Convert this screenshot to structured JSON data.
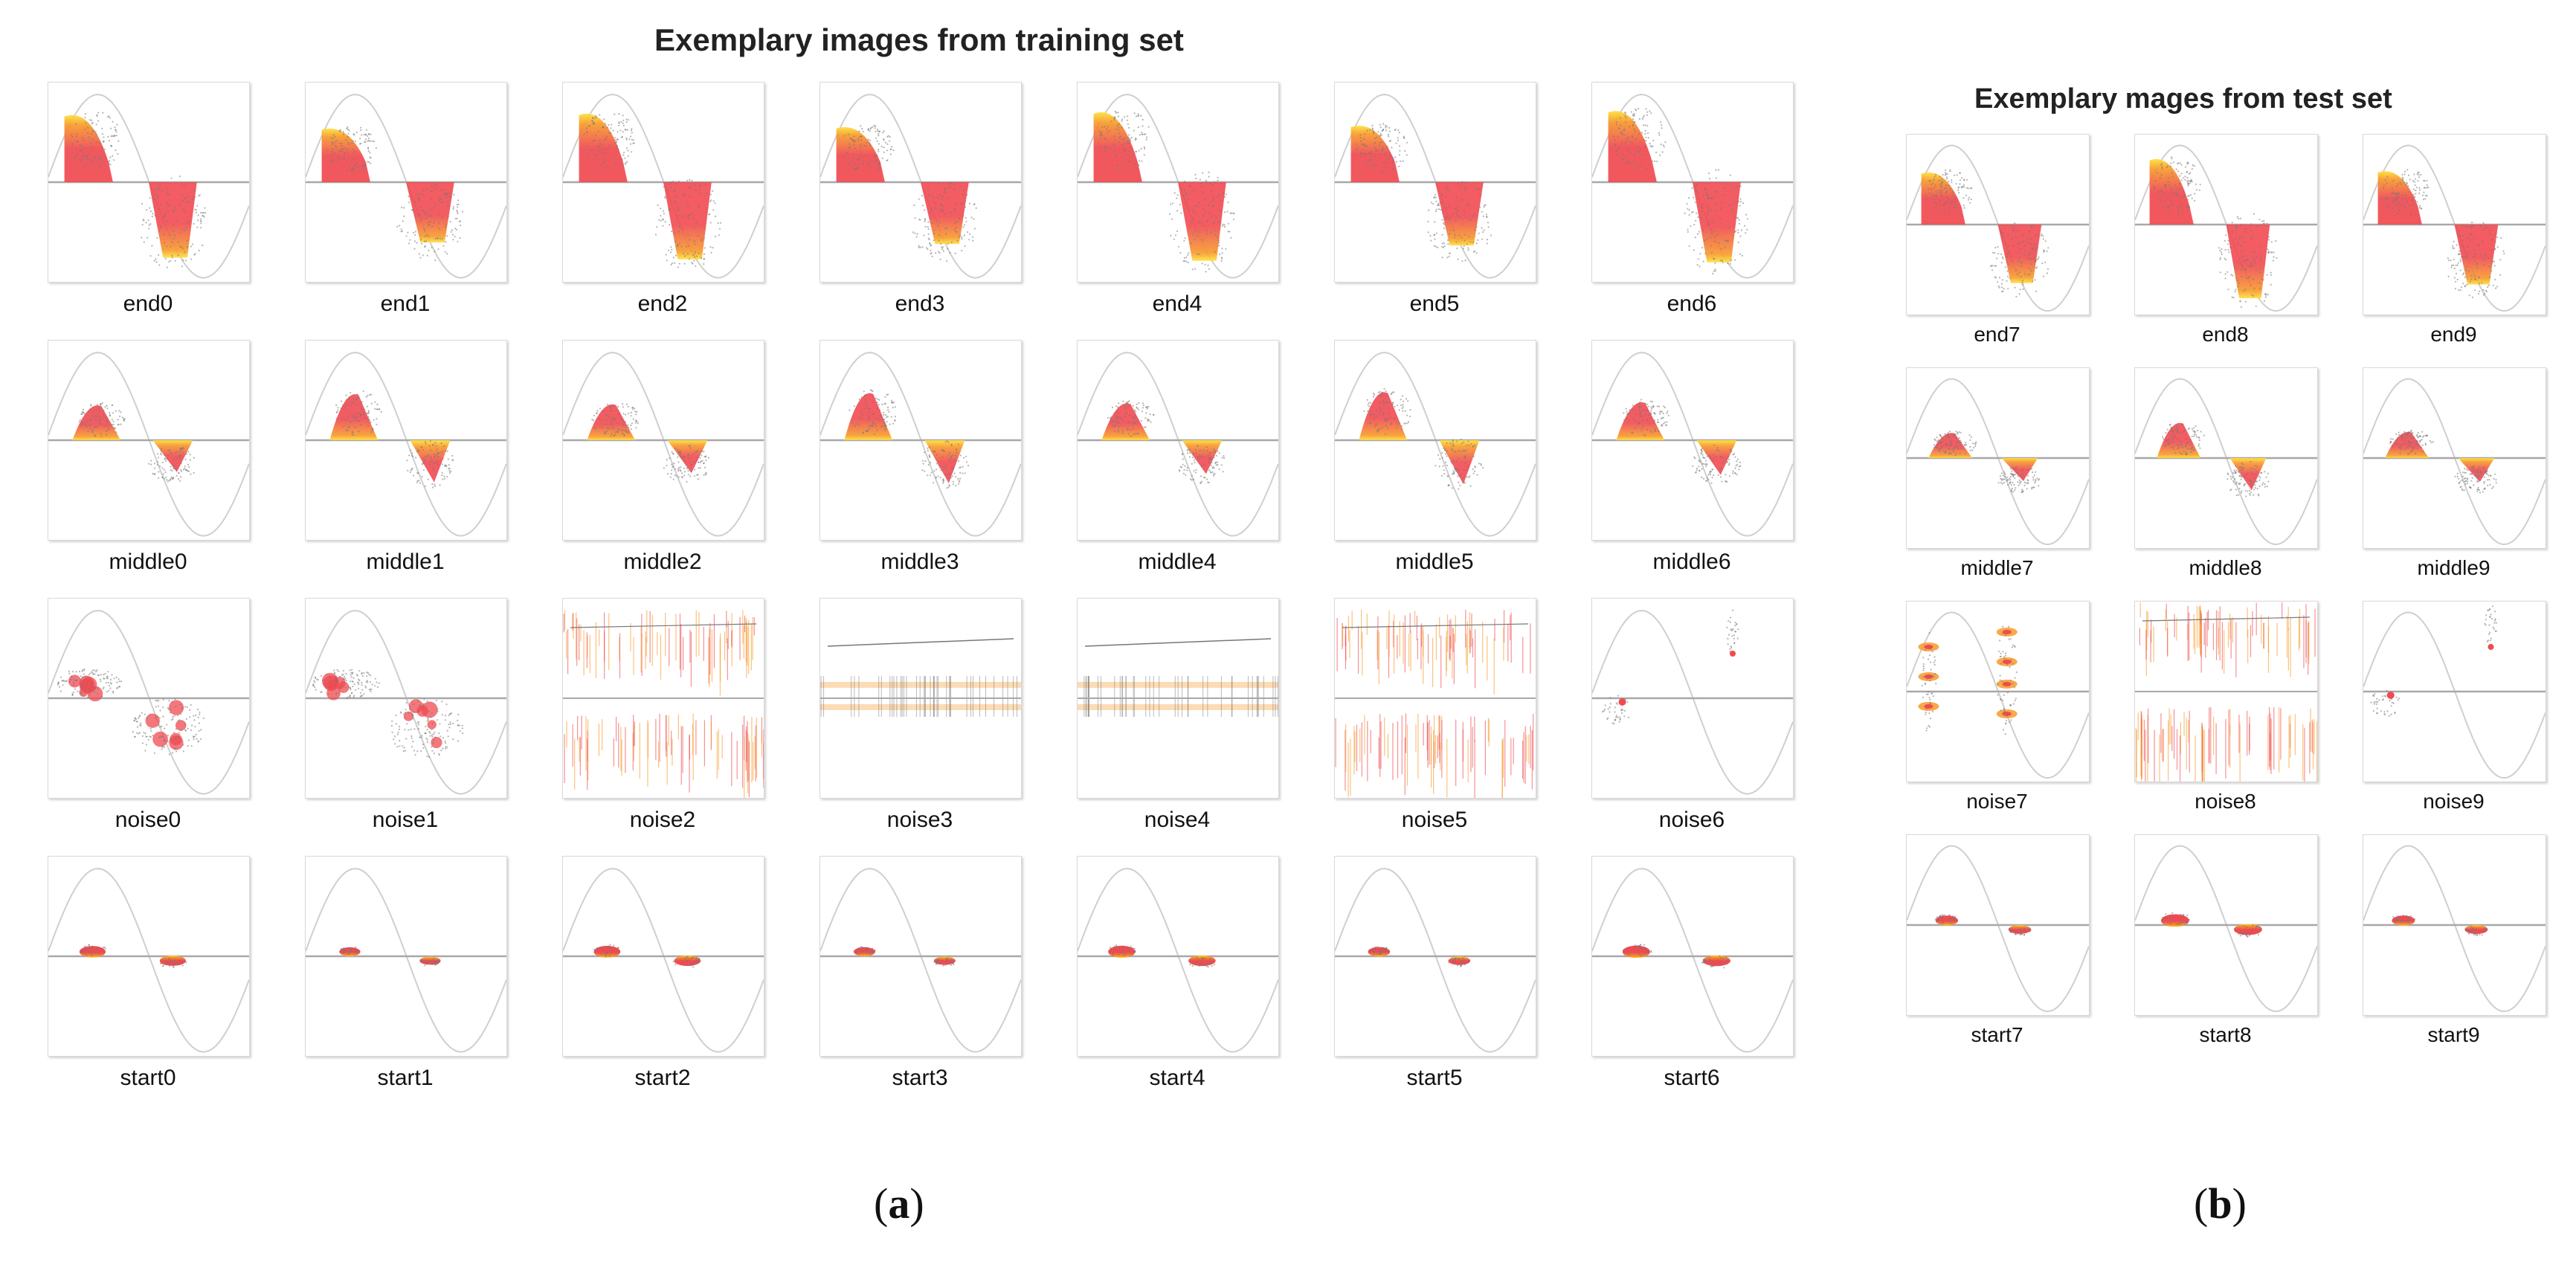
{
  "panel_a": {
    "title": "Exemplary images from training set",
    "sublabel_open": "(",
    "sublabel_letter": "a",
    "sublabel_close": ")",
    "rows": [
      [
        {
          "label": "end0",
          "kind": "end",
          "i": 0
        },
        {
          "label": "end1",
          "kind": "end",
          "i": 1
        },
        {
          "label": "end2",
          "kind": "end",
          "i": 2
        },
        {
          "label": "end3",
          "kind": "end",
          "i": 3
        },
        {
          "label": "end4",
          "kind": "end",
          "i": 4
        },
        {
          "label": "end5",
          "kind": "end",
          "i": 5
        },
        {
          "label": "end6",
          "kind": "end",
          "i": 6
        }
      ],
      [
        {
          "label": "middle0",
          "kind": "middle",
          "i": 0
        },
        {
          "label": "middle1",
          "kind": "middle",
          "i": 1
        },
        {
          "label": "middle2",
          "kind": "middle",
          "i": 2
        },
        {
          "label": "middle3",
          "kind": "middle",
          "i": 3
        },
        {
          "label": "middle4",
          "kind": "middle",
          "i": 4
        },
        {
          "label": "middle5",
          "kind": "middle",
          "i": 5
        },
        {
          "label": "middle6",
          "kind": "middle",
          "i": 6
        }
      ],
      [
        {
          "label": "noise0",
          "kind": "noise-blob",
          "i": 0
        },
        {
          "label": "noise1",
          "kind": "noise-blob",
          "i": 1
        },
        {
          "label": "noise2",
          "kind": "noise-stripe",
          "i": 2
        },
        {
          "label": "noise3",
          "kind": "noise-band",
          "i": 3
        },
        {
          "label": "noise4",
          "kind": "noise-band",
          "i": 4
        },
        {
          "label": "noise5",
          "kind": "noise-stripe",
          "i": 5
        },
        {
          "label": "noise6",
          "kind": "noise-sparse",
          "i": 6
        }
      ],
      [
        {
          "label": "start0",
          "kind": "start",
          "i": 0
        },
        {
          "label": "start1",
          "kind": "start",
          "i": 1
        },
        {
          "label": "start2",
          "kind": "start",
          "i": 2
        },
        {
          "label": "start3",
          "kind": "start",
          "i": 3
        },
        {
          "label": "start4",
          "kind": "start",
          "i": 4
        },
        {
          "label": "start5",
          "kind": "start",
          "i": 5
        },
        {
          "label": "start6",
          "kind": "start",
          "i": 6
        }
      ]
    ]
  },
  "panel_b": {
    "title": "Exemplary mages from test set",
    "sublabel_open": "(",
    "sublabel_letter": "b",
    "sublabel_close": ")",
    "rows": [
      [
        {
          "label": "end7",
          "kind": "end",
          "i": 7
        },
        {
          "label": "end8",
          "kind": "end",
          "i": 8
        },
        {
          "label": "end9",
          "kind": "end",
          "i": 9
        }
      ],
      [
        {
          "label": "middle7",
          "kind": "middle",
          "i": 7
        },
        {
          "label": "middle8",
          "kind": "middle",
          "i": 8
        },
        {
          "label": "middle9",
          "kind": "middle",
          "i": 9
        }
      ],
      [
        {
          "label": "noise7",
          "kind": "noise-spot",
          "i": 7
        },
        {
          "label": "noise8",
          "kind": "noise-stripe",
          "i": 8
        },
        {
          "label": "noise9",
          "kind": "noise-sparse",
          "i": 9
        }
      ],
      [
        {
          "label": "start7",
          "kind": "start",
          "i": 7
        },
        {
          "label": "start8",
          "kind": "start",
          "i": 8
        },
        {
          "label": "start9",
          "kind": "start",
          "i": 9
        }
      ]
    ]
  },
  "colors": {
    "sine": "#cfcfcf",
    "axis": "#a8a8a8",
    "scatter": "#777777",
    "red": "#f04a50",
    "orange": "#f79a2a",
    "yellow": "#ffe03a"
  }
}
